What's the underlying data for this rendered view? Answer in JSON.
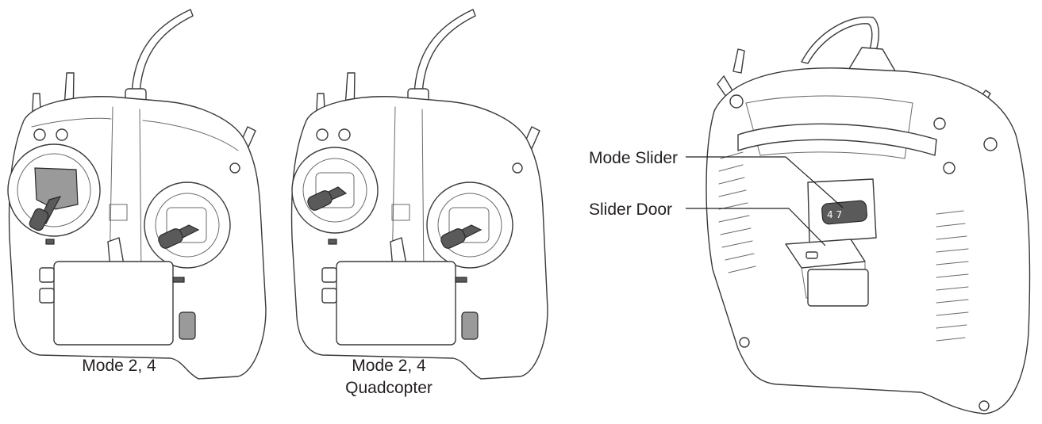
{
  "figure": {
    "label_front_left": "Mode 2, 4",
    "label_front_mid_line1": "Mode 2, 4",
    "label_front_mid_line2": "Quadcopter",
    "label_mode_slider": "Mode Slider",
    "label_slider_door": "Slider Door"
  },
  "colors": {
    "line": "#3a3a3a",
    "gimbal_plate": "#8a8a8a",
    "stick": "#3c3c3c",
    "text": "#231f20"
  }
}
